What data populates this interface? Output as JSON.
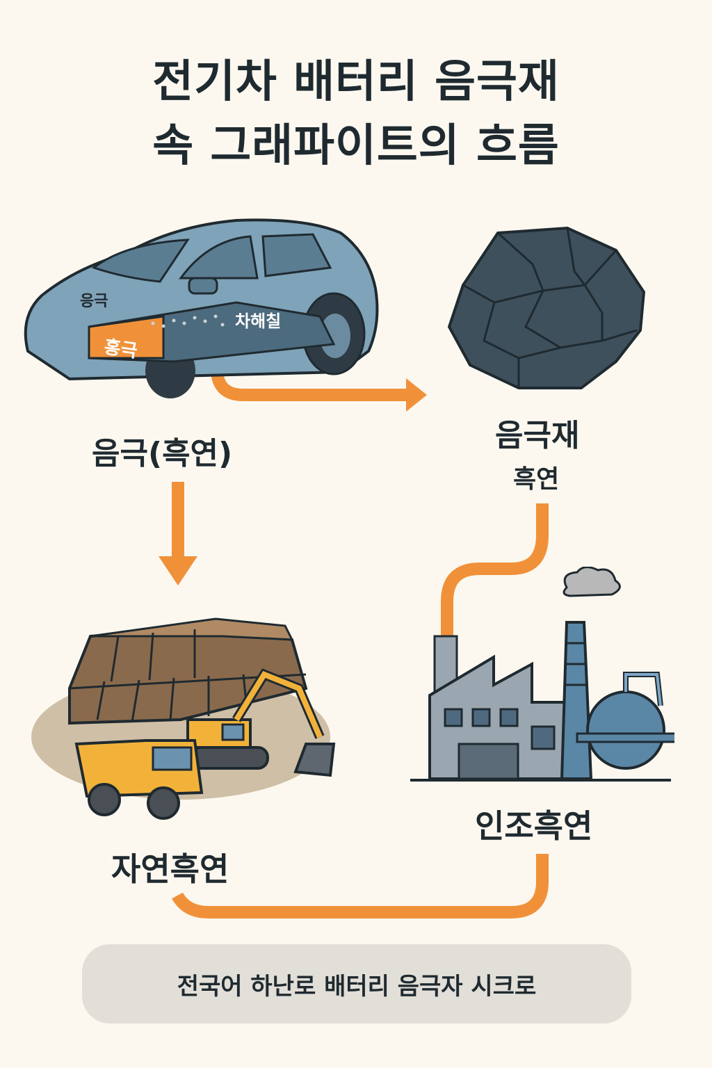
{
  "title": {
    "line1": "전기차 배터리 음극재",
    "line2": "속 그래파이트의 흐름"
  },
  "car": {
    "body_label": "응극",
    "battery_front_label": "홍극",
    "battery_side_label": "차해칠",
    "caption": "음극(흑연)"
  },
  "anode_material": {
    "caption": "음극재",
    "subcaption": "흑연"
  },
  "natural_graphite": {
    "caption": "자연흑연"
  },
  "synthetic_graphite": {
    "caption": "인조흑연"
  },
  "footer": {
    "text": "전국어 하난로 배터리 음극자 시크로"
  },
  "colors": {
    "background": "#fcf8ef",
    "arrow": "#f0913a",
    "text": "#1f2a30",
    "car_body": "#7fa3b8",
    "graphite": "#3e505c",
    "footer_bg": "#e2dfd8"
  }
}
